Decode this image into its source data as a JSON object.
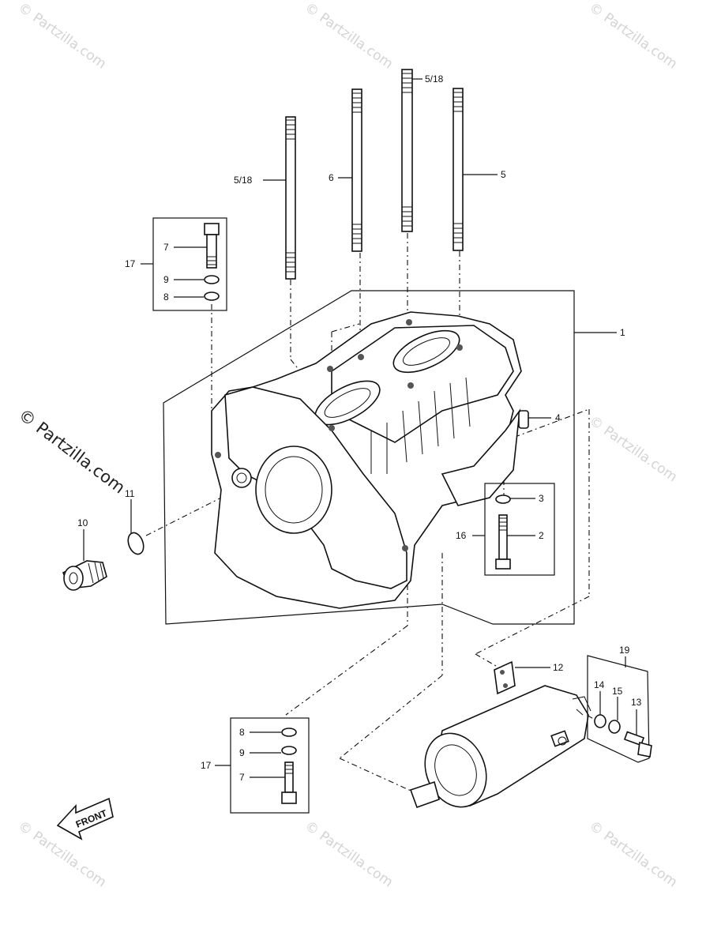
{
  "watermark": "© Partzilla.com",
  "front_arrow": "FRONT",
  "callouts": {
    "c1": "1",
    "c2": "2",
    "c3": "3",
    "c4": "4",
    "c5": "5",
    "c6": "6",
    "c5_18_top": "5/18",
    "c5_18_left": "5/18",
    "c7_top": "7",
    "c9_top": "9",
    "c8_top": "8",
    "c17_top": "17",
    "c10": "10",
    "c11": "11",
    "c12": "12",
    "c13": "13",
    "c14": "14",
    "c15": "15",
    "c16": "16",
    "c19": "19",
    "c8_bottom": "8",
    "c9_bottom": "9",
    "c7_bottom": "7",
    "c17_bottom": "17"
  }
}
